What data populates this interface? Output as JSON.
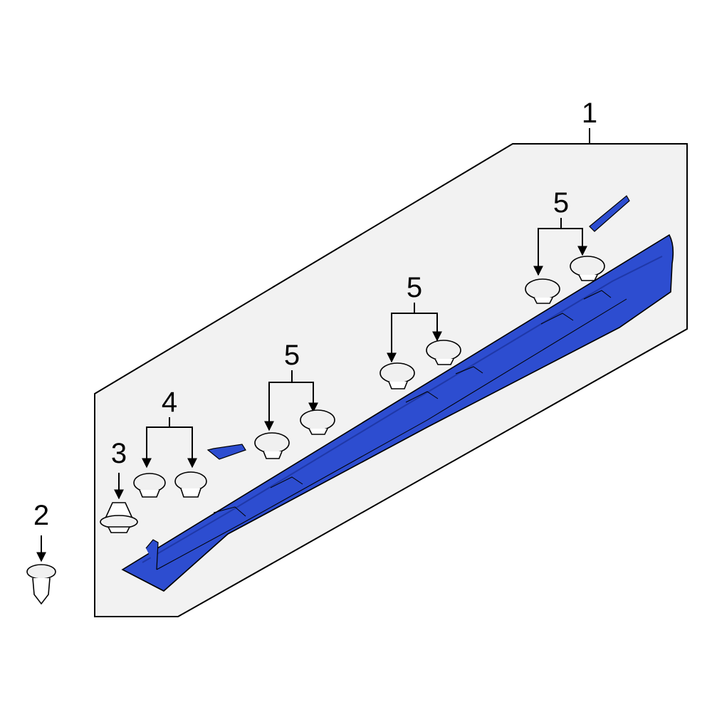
{
  "diagram": {
    "colors": {
      "panel_fill": "#f2f2f2",
      "part_blue": "#2d4dd0",
      "part_blue_dark": "#1f38a8",
      "line": "#000000"
    },
    "callouts": {
      "c1": "1",
      "c2": "2",
      "c3": "3",
      "c4": "4",
      "c5a": "5",
      "c5b": "5",
      "c5c": "5",
      "c5d": "5"
    }
  }
}
